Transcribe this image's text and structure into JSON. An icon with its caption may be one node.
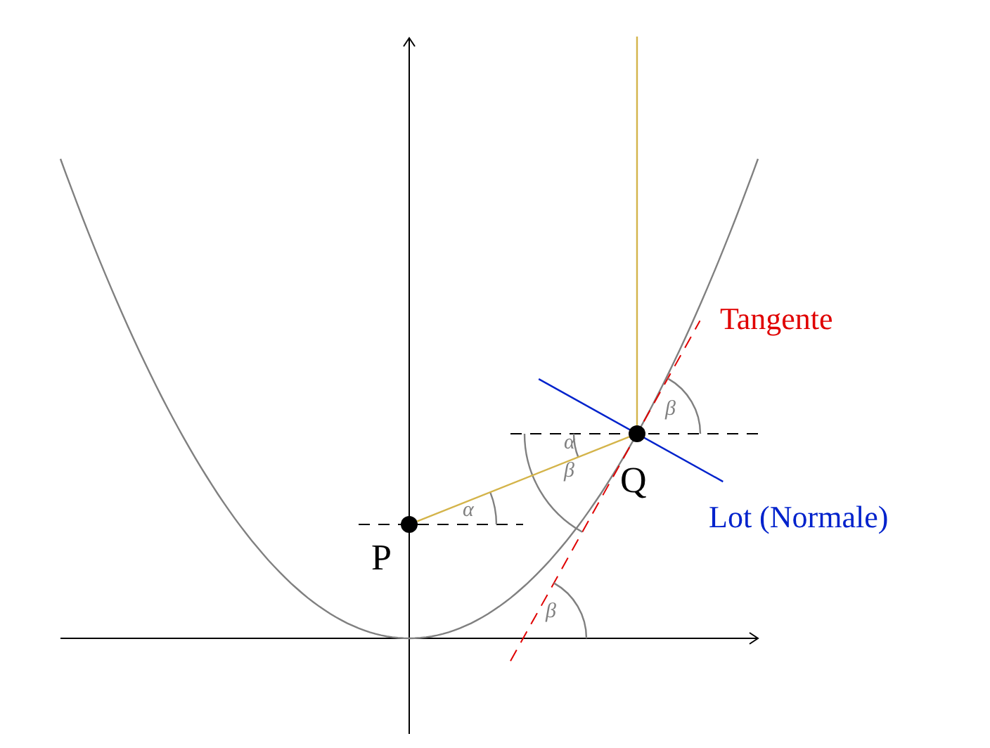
{
  "diagram": {
    "nodes": [
      {
        "text": [
          "P"
        ]
      },
      {
        "text": [
          "Q"
        ]
      }
    ],
    "edges": [
      {
        "from": 0,
        "to": 1,
        "arrow": "none",
        "color": "#d4b44a"
      },
      {
        "from": 1,
        "to": null,
        "arrow": "none",
        "color": "#d4b44a"
      }
    ],
    "labels": [
      "Tangente",
      "β",
      "α",
      "β",
      "Lot (Normale)",
      "α",
      "β"
    ]
  }
}
